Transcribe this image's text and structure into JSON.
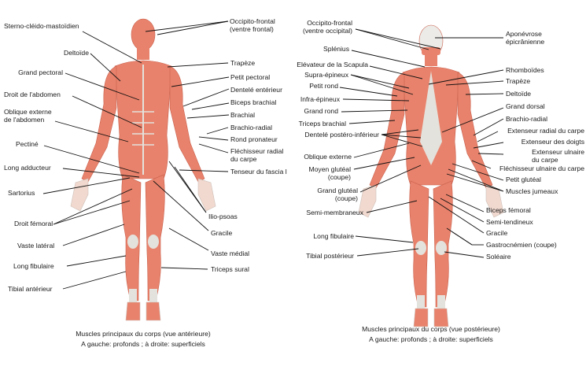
{
  "colors": {
    "muscle": "#e8826c",
    "muscle_dark": "#c9604c",
    "tendon": "#e4e2dc",
    "leader": "#111111"
  },
  "anterior": {
    "labels": [
      "Sterno-cléido-mastoïdien",
      "Occipito-frontal\n(ventre frontal)",
      "Deltoïde",
      "Grand pectoral",
      "Droit de l'abdomen",
      "Oblique externe\nde l'abdomen",
      "Pectiné",
      "Long adducteur",
      "Sartorius",
      "Droit fémoral",
      "Vaste latéral",
      "Long fibulaire",
      "Tibial antérieur",
      "Trapèze",
      "Petit pectoral",
      "Dentelé entérieur",
      "Biceps brachial",
      "Brachial",
      "Brachio-radial",
      "Rond pronateur",
      "Fléchisseur radial\ndu carpe",
      "Tenseur du fascia l",
      "Ilio-psoas",
      "Gracile",
      "Vaste médial",
      "Triceps sural"
    ],
    "caption": [
      "Muscles principaux du corps (vue antérieure)",
      "A gauche: profonds ; à droite: superficiels"
    ]
  },
  "posterior": {
    "labels": [
      "Occipito-frontal\n(ventre occipital)",
      "Splénius",
      "Elévateur de la Scapula",
      "Supra-épineux",
      "Petit rond",
      "Infra-épineux",
      "Grand rond",
      "Triceps brachial",
      "Dentelé postéro-inférieur",
      "Oblique externe",
      "Moyen glutéal\n(coupe)",
      "Grand glutéal\n(coupe)",
      "Semi-membraneux",
      "Long fibulaire",
      "Tibial postérieur",
      "Aponévrose\népicrânienne",
      "Rhomboïdes",
      "Trapèze",
      "Deltoïde",
      "Grand dorsal",
      "Brachio-radial",
      "Extenseur radial du carpe",
      "Extenseur des doigts",
      "Extenseur ulnaire\ndu carpe",
      "Fléchisseur ulnaire du carpe",
      "Petit glutéal",
      "Muscles jumeaux",
      "Biceps fémoral",
      "Semi-tendineux",
      "Gracile",
      "Gastrocnémien (coupe)",
      "Soléaire"
    ],
    "caption": [
      "Muscles principaux du corps (vue postérieure)",
      "A gauche: profonds ; à droite: superficiels"
    ]
  }
}
